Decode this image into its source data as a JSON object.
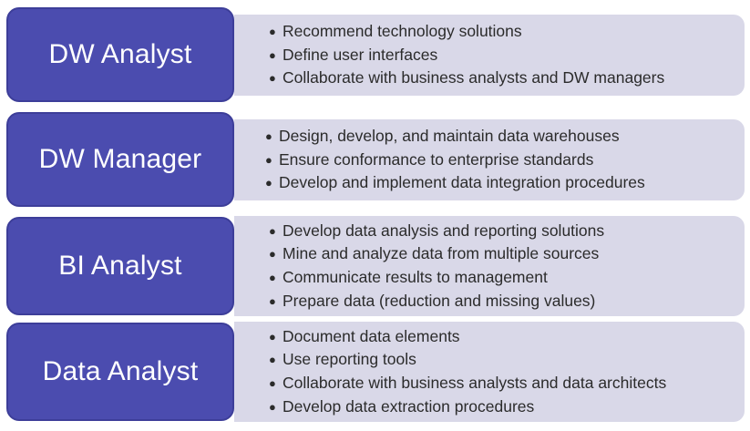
{
  "roles": [
    {
      "title": "DW Analyst",
      "duties": [
        "Recommend technology solutions",
        "Define user interfaces",
        "Collaborate with business analysts and DW managers"
      ]
    },
    {
      "title": "DW Manager",
      "duties": [
        "Design, develop, and maintain data warehouses",
        "Ensure conformance to enterprise standards",
        "Develop and implement data integration procedures"
      ]
    },
    {
      "title": "BI Analyst",
      "duties": [
        "Develop data analysis and reporting solutions",
        "Mine and analyze data from multiple sources",
        "Communicate results to management",
        "Prepare data (reduction and missing values)"
      ]
    },
    {
      "title": "Data Analyst",
      "duties": [
        "Document data elements",
        "Use reporting tools",
        "Collaborate with business analysts and data architects",
        "Develop data extraction procedures"
      ]
    }
  ],
  "colors": {
    "role_fill": "#4b4caf",
    "detail_fill": "#d9d8e8"
  }
}
